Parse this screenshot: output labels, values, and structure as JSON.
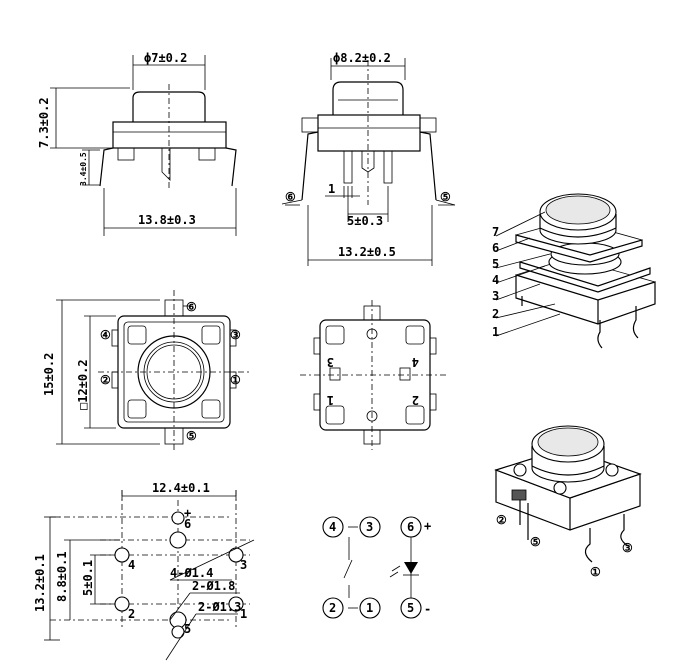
{
  "front_view": {
    "dim_top": "ϕ7±0.2",
    "dim_height": "7.3±0.2",
    "dim_pin": "3.4±0.5",
    "dim_width": "13.8±0.3"
  },
  "side_view": {
    "dim_top": "ϕ8.2±0.2",
    "dim_1": "1",
    "dim_spacing": "5±0.3",
    "dim_width": "13.2±0.5",
    "pin_left": "⑥",
    "pin_right": "⑤"
  },
  "top_view": {
    "dim_outer": "15±0.2",
    "dim_inner": "□12±0.2",
    "pins": [
      "⑥",
      "③",
      "④",
      "②",
      "①",
      "⑤"
    ]
  },
  "bottom_view": {
    "labels": [
      "3",
      "4",
      "1",
      "2"
    ]
  },
  "pcb_layout": {
    "dim_width": "12.4±0.1",
    "dim_height": "13.2±0.1",
    "dim_inner": "8.8±0.1",
    "dim_spacing": "5±0.1",
    "hole_a": "4-Ø1.4",
    "hole_b": "2-Ø1.8",
    "hole_c": "2-Ø1.3",
    "plus": "+",
    "pin_labels": [
      "6",
      "4",
      "3",
      "2",
      "1",
      "5"
    ]
  },
  "schematic": {
    "pins": [
      "4",
      "3",
      "2",
      "1",
      "6",
      "5"
    ],
    "plus": "+",
    "minus": "-"
  },
  "exploded_view": {
    "callouts": [
      "7",
      "6",
      "5",
      "4",
      "3",
      "2",
      "1"
    ]
  },
  "assembled_view": {
    "pins": [
      "②",
      "⑤",
      "①",
      "③"
    ]
  }
}
